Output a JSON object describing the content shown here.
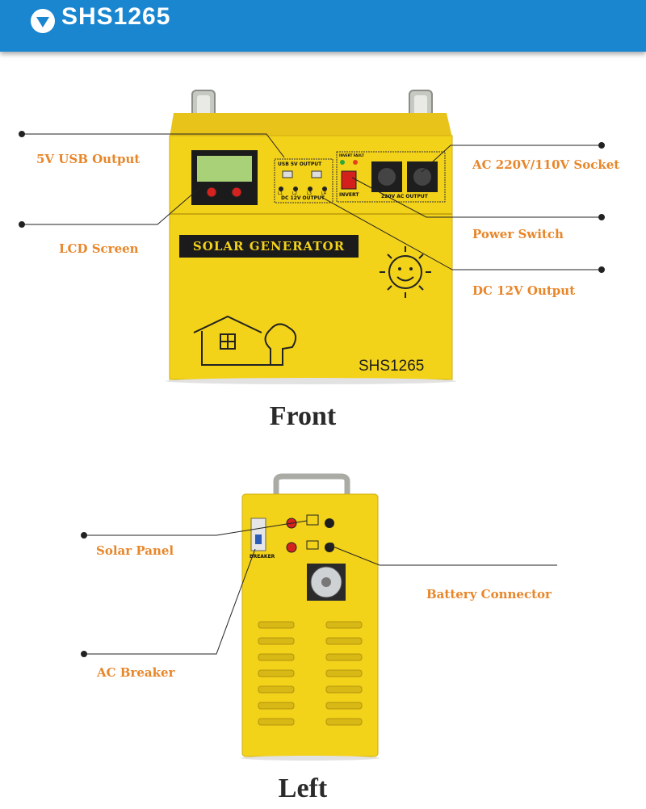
{
  "header": {
    "title": "SHS1265",
    "icon": "chevron-down-badge-icon"
  },
  "front": {
    "view_label": "Front",
    "device_brand": "SOLAR GENERATOR",
    "device_model": "SHS1265",
    "panel_text": {
      "usb": "USB 5V OUTPUT",
      "dc": "DC 12V OUTPUT",
      "dc_ports": [
        "L1",
        "L2",
        "L3",
        "L4"
      ],
      "invert_fault": "INVERT FAULT",
      "invert": "INVERT",
      "ac": "220V AC OUTPUT"
    },
    "callouts": {
      "usb": "5V USB Output",
      "lcd": "LCD Screen",
      "ac_socket": "AC 220V/110V Socket",
      "power_switch": "Power Switch",
      "dc_output": "DC 12V Output"
    }
  },
  "left": {
    "view_label": "Left",
    "breaker_text": "BREAKER",
    "callouts": {
      "solar_panel": "Solar Panel",
      "ac_breaker": "AC Breaker",
      "battery": "Battery Connector"
    }
  },
  "colors": {
    "header": "#1a86d0",
    "callout": "#e8862a",
    "body_yellow": "#f3d21a"
  }
}
